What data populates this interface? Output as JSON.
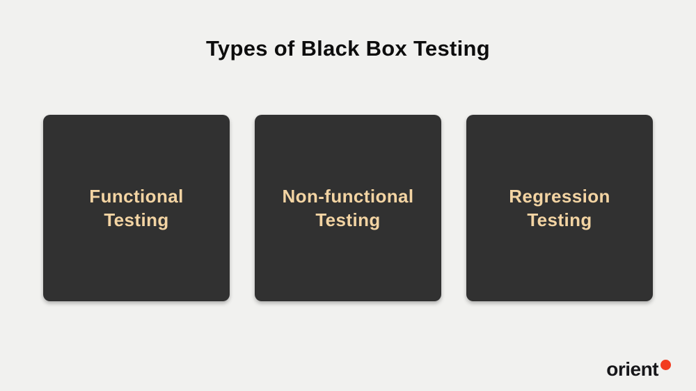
{
  "page": {
    "title": "Types of Black Box Testing"
  },
  "cards": [
    {
      "label": "Functional\nTesting"
    },
    {
      "label": "Non-functional\nTesting"
    },
    {
      "label": "Regression\nTesting"
    }
  ],
  "logo": {
    "text": "orient",
    "dot_icon": "red-dot"
  },
  "colors": {
    "page_bg": "#f1f1ef",
    "card_bg": "#313131",
    "card_text": "#f3d4a3",
    "title_text": "#0d0d0d",
    "logo_text": "#17171a",
    "logo_dot": "#f23b1f"
  }
}
